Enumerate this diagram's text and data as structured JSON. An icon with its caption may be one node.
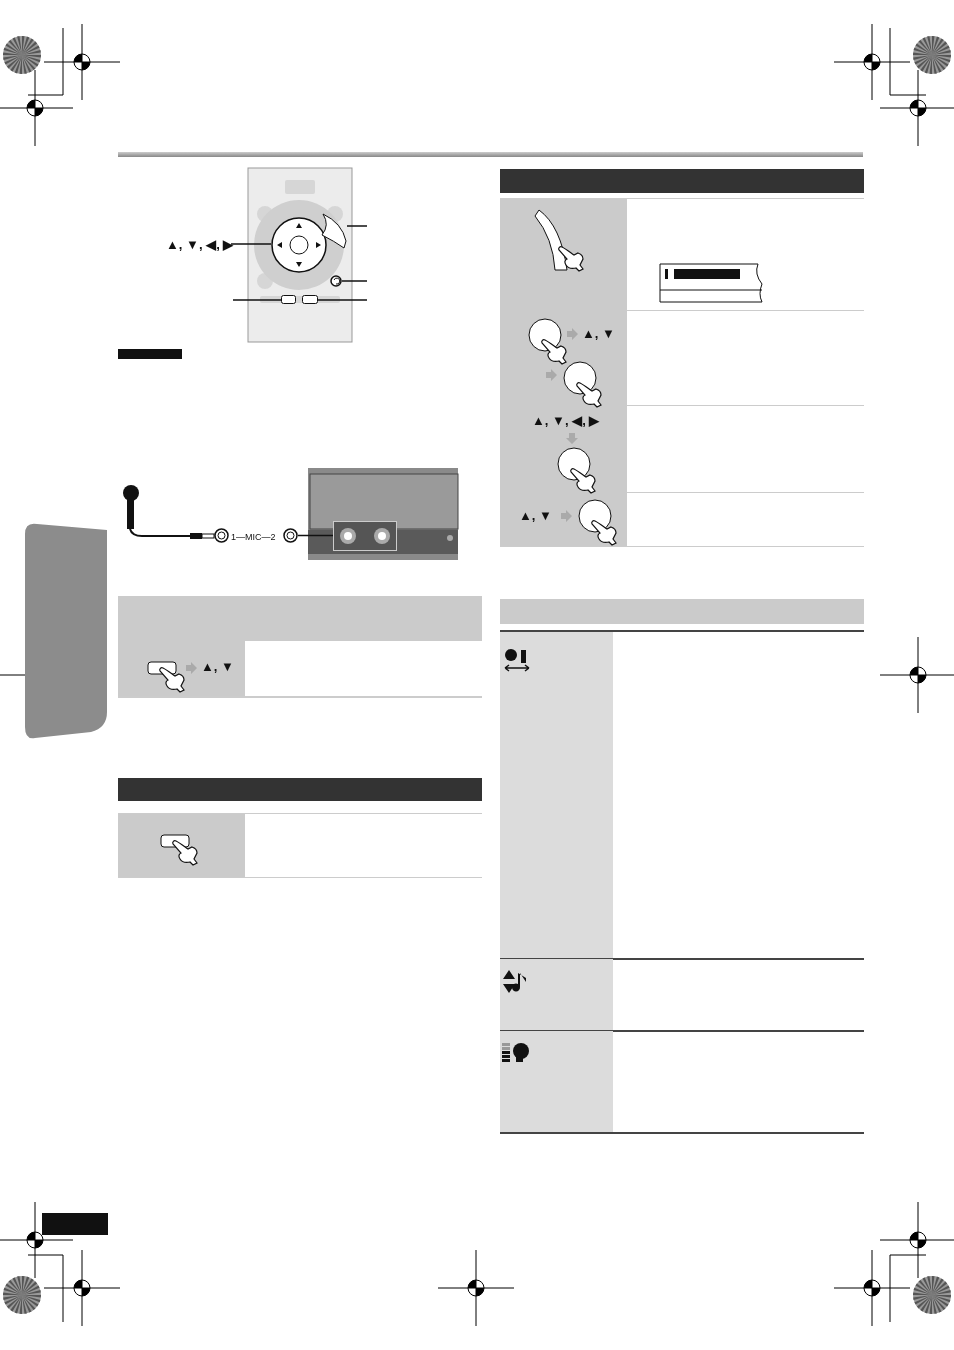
{
  "diagram": {
    "nodes": [
      {
        "text": [
          "▲, ▼, ◀, ▶"
        ]
      },
      {
        "text": [],
        "shape": "circle"
      },
      {
        "text": [],
        "shape": "box"
      },
      {
        "text": [],
        "shape": "circle"
      },
      {
        "text": [],
        "shape": "box"
      },
      {
        "text": [],
        "shape": "box"
      },
      {
        "text": [],
        "shape": "box"
      },
      {
        "text": [],
        "shape": "box"
      },
      {
        "text": [],
        "shape": "circle"
      }
    ],
    "edges": [
      {
        "from": 0,
        "to": 1,
        "arrow": "none"
      },
      {
        "from": null,
        "to": 2,
        "arrow": "none"
      },
      {
        "from": null,
        "to": 3,
        "arrow": "none"
      },
      {
        "from": null,
        "to": 4,
        "arrow": "none"
      },
      {
        "from": null,
        "to": 5,
        "arrow": "none"
      },
      {
        "from": 8,
        "to": 6,
        "arrow": "none"
      }
    ],
    "labels": [
      "1—MIC—2",
      "▲, ▼",
      "▲, ▼",
      "▲, ▼, ◀, ▶",
      "▲, ▼"
    ]
  }
}
